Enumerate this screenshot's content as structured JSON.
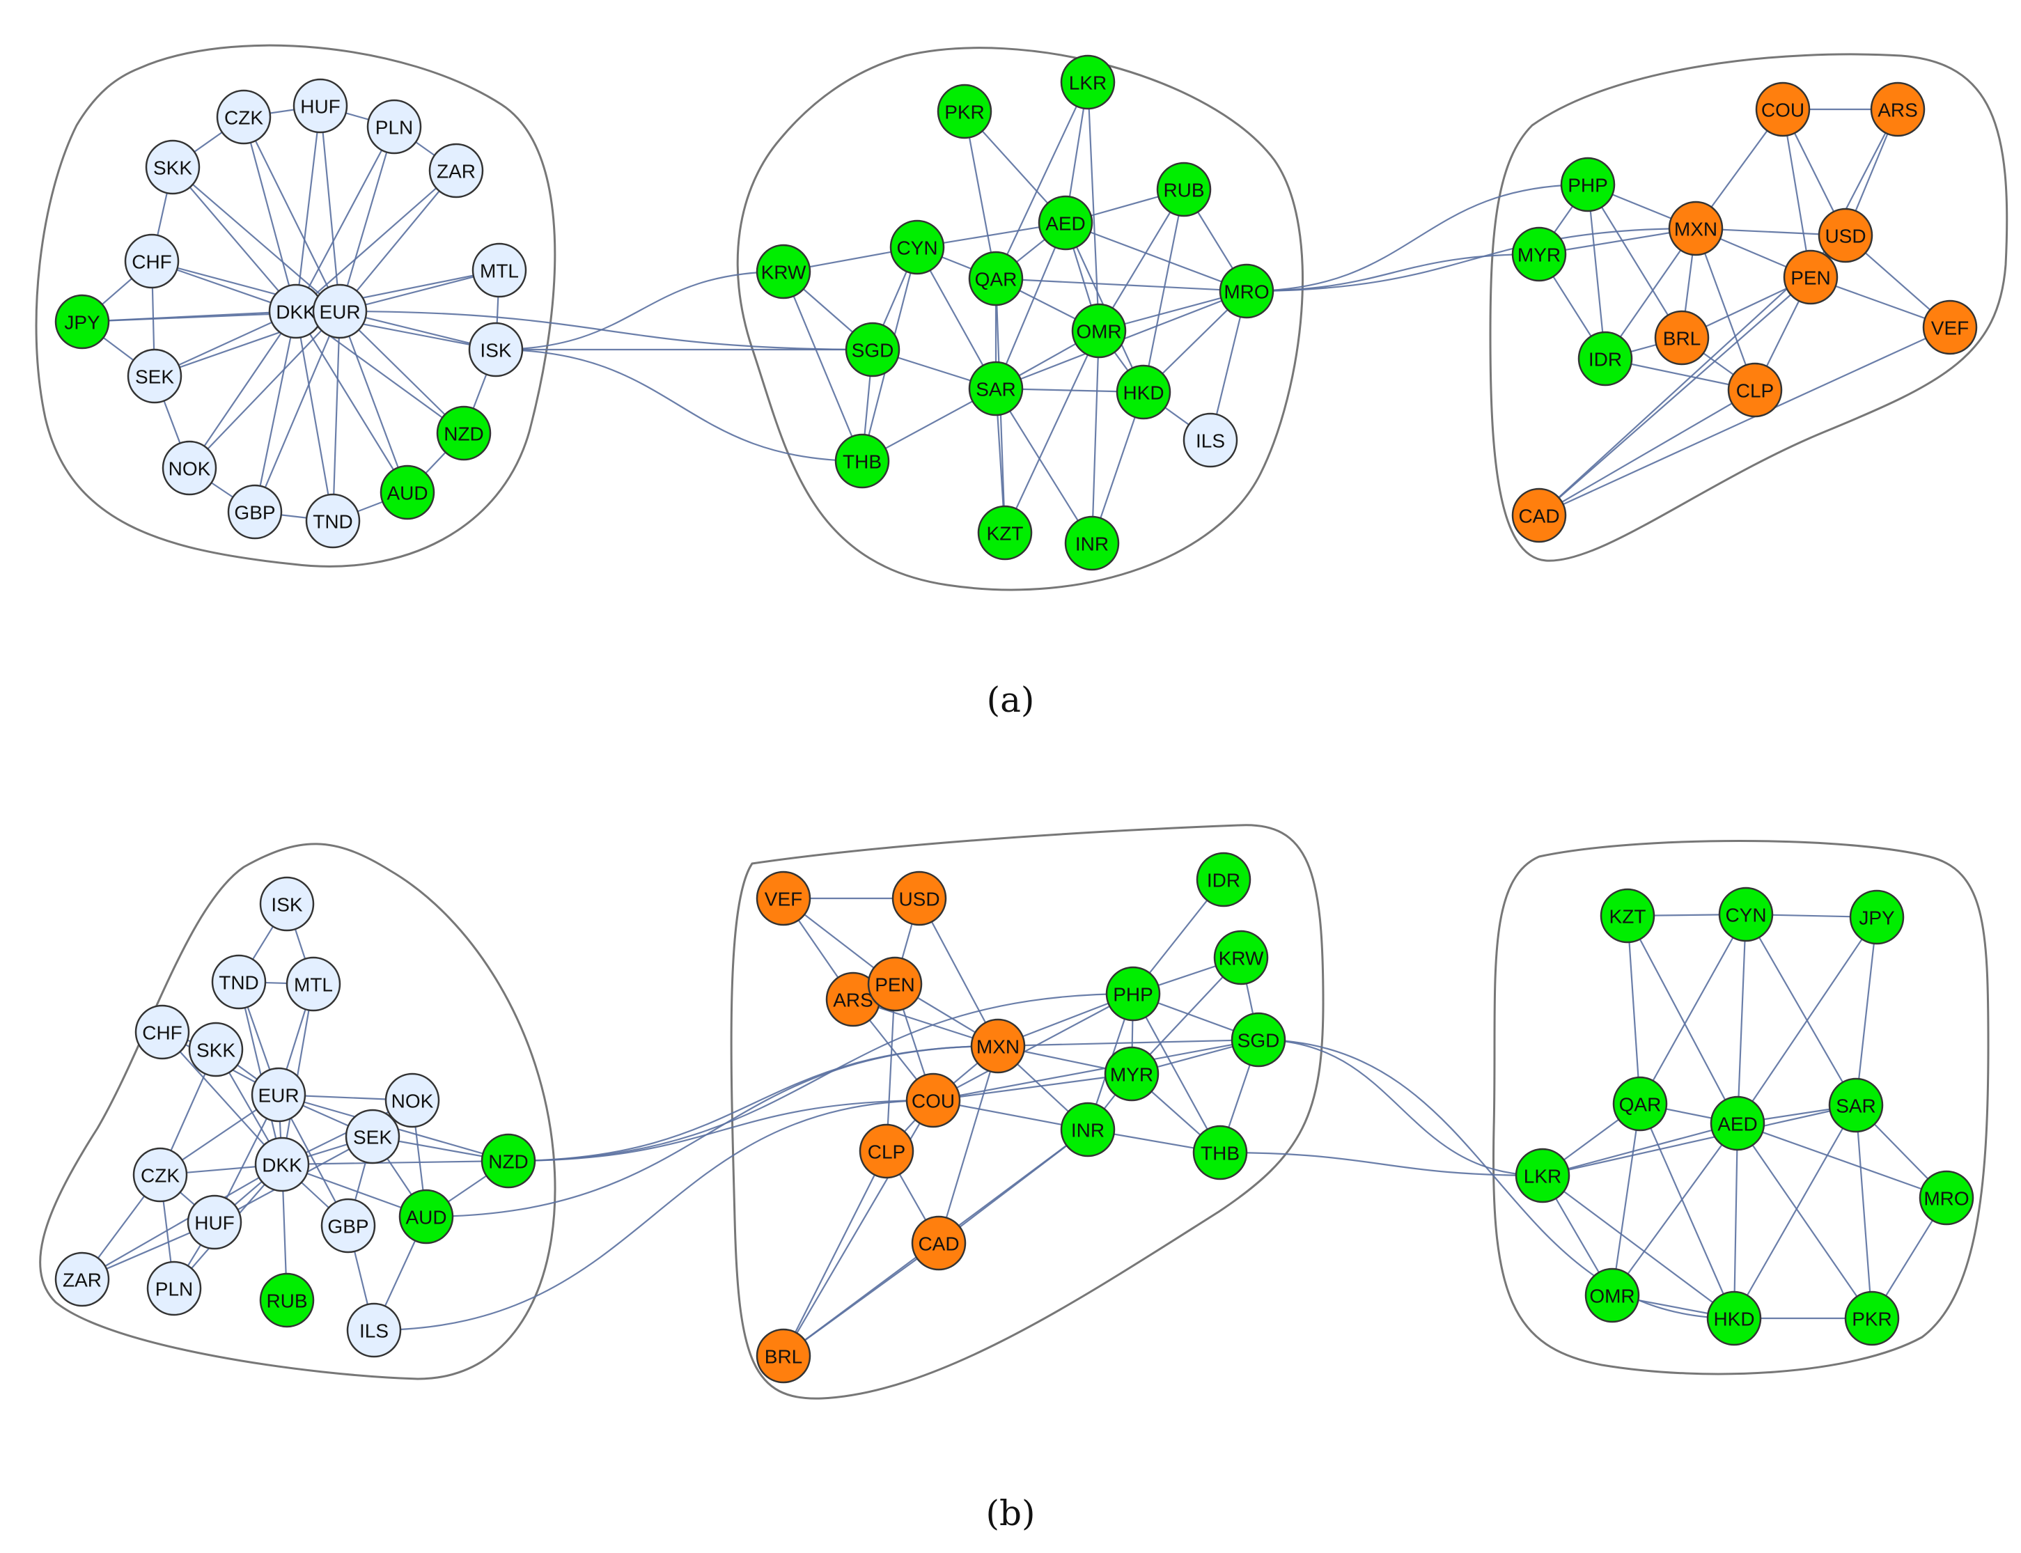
{
  "colors": {
    "light": "#e3efff",
    "green": "#00ee00",
    "orange": "#ff7f0e",
    "edge": "#5a70a0",
    "hull": "#777777"
  },
  "panels": [
    {
      "id": "a",
      "caption": "(a)",
      "nodes": [
        [
          "CZK",
          "light"
        ],
        [
          "HUF",
          "light"
        ],
        [
          "PLN",
          "light"
        ],
        [
          "SKK",
          "light"
        ],
        [
          "ZAR",
          "light"
        ],
        [
          "CHF",
          "light"
        ],
        [
          "MTL",
          "light"
        ],
        [
          "JPY",
          "green"
        ],
        [
          "DKK",
          "light"
        ],
        [
          "EUR",
          "light"
        ],
        [
          "ISK",
          "light"
        ],
        [
          "SEK",
          "light"
        ],
        [
          "NZD",
          "green"
        ],
        [
          "NOK",
          "light"
        ],
        [
          "AUD",
          "green"
        ],
        [
          "GBP",
          "light"
        ],
        [
          "TND",
          "light"
        ],
        [
          "PKR",
          "green"
        ],
        [
          "LKR",
          "green"
        ],
        [
          "RUB",
          "green"
        ],
        [
          "AED",
          "green"
        ],
        [
          "CYN",
          "green"
        ],
        [
          "KRW",
          "green"
        ],
        [
          "QAR",
          "green"
        ],
        [
          "MRO",
          "green"
        ],
        [
          "SGD",
          "green"
        ],
        [
          "OMR",
          "green"
        ],
        [
          "SAR",
          "green"
        ],
        [
          "HKD",
          "green"
        ],
        [
          "ILS",
          "light"
        ],
        [
          "THB",
          "green"
        ],
        [
          "KZT",
          "green"
        ],
        [
          "INR",
          "green"
        ],
        [
          "COU",
          "orange"
        ],
        [
          "ARS",
          "orange"
        ],
        [
          "PHP",
          "green"
        ],
        [
          "MXN",
          "orange"
        ],
        [
          "USD",
          "orange"
        ],
        [
          "MYR",
          "green"
        ],
        [
          "PEN",
          "orange"
        ],
        [
          "VEF",
          "orange"
        ],
        [
          "IDR",
          "green"
        ],
        [
          "BRL",
          "orange"
        ],
        [
          "CLP",
          "orange"
        ],
        [
          "CAD",
          "orange"
        ]
      ],
      "edges": [
        [
          "CZK",
          "HUF"
        ],
        [
          "HUF",
          "PLN"
        ],
        [
          "PLN",
          "ZAR"
        ],
        [
          "SKK",
          "CZK"
        ],
        [
          "SKK",
          "CHF"
        ],
        [
          "CHF",
          "JPY"
        ],
        [
          "JPY",
          "SEK"
        ],
        [
          "CHF",
          "SEK"
        ],
        [
          "SEK",
          "NOK"
        ],
        [
          "NOK",
          "GBP"
        ],
        [
          "GBP",
          "TND"
        ],
        [
          "TND",
          "AUD"
        ],
        [
          "AUD",
          "NZD"
        ],
        [
          "NZD",
          "ISK"
        ],
        [
          "ISK",
          "MTL"
        ],
        [
          "DKK",
          "CZK"
        ],
        [
          "DKK",
          "HUF"
        ],
        [
          "DKK",
          "PLN"
        ],
        [
          "DKK",
          "SKK"
        ],
        [
          "DKK",
          "ZAR"
        ],
        [
          "DKK",
          "CHF"
        ],
        [
          "DKK",
          "MTL"
        ],
        [
          "DKK",
          "JPY"
        ],
        [
          "DKK",
          "ISK"
        ],
        [
          "DKK",
          "SEK"
        ],
        [
          "DKK",
          "NZD"
        ],
        [
          "DKK",
          "NOK"
        ],
        [
          "DKK",
          "AUD"
        ],
        [
          "DKK",
          "GBP"
        ],
        [
          "DKK",
          "TND"
        ],
        [
          "EUR",
          "CZK"
        ],
        [
          "EUR",
          "HUF"
        ],
        [
          "EUR",
          "PLN"
        ],
        [
          "EUR",
          "SKK"
        ],
        [
          "EUR",
          "ZAR"
        ],
        [
          "EUR",
          "CHF"
        ],
        [
          "EUR",
          "MTL"
        ],
        [
          "EUR",
          "JPY"
        ],
        [
          "EUR",
          "ISK"
        ],
        [
          "EUR",
          "SEK"
        ],
        [
          "EUR",
          "NZD"
        ],
        [
          "EUR",
          "NOK"
        ],
        [
          "EUR",
          "AUD"
        ],
        [
          "EUR",
          "GBP"
        ],
        [
          "EUR",
          "TND"
        ],
        [
          "DKK",
          "EUR"
        ],
        [
          "PKR",
          "AED"
        ],
        [
          "PKR",
          "QAR"
        ],
        [
          "LKR",
          "AED"
        ],
        [
          "LKR",
          "QAR"
        ],
        [
          "LKR",
          "OMR"
        ],
        [
          "RUB",
          "AED"
        ],
        [
          "RUB",
          "MRO"
        ],
        [
          "RUB",
          "OMR"
        ],
        [
          "RUB",
          "HKD"
        ],
        [
          "AED",
          "CYN"
        ],
        [
          "AED",
          "QAR"
        ],
        [
          "AED",
          "MRO"
        ],
        [
          "AED",
          "OMR"
        ],
        [
          "AED",
          "SAR"
        ],
        [
          "AED",
          "HKD"
        ],
        [
          "CYN",
          "KRW"
        ],
        [
          "CYN",
          "QAR"
        ],
        [
          "CYN",
          "SGD"
        ],
        [
          "CYN",
          "SAR"
        ],
        [
          "CYN",
          "THB"
        ],
        [
          "KRW",
          "SGD"
        ],
        [
          "KRW",
          "THB"
        ],
        [
          "QAR",
          "SAR"
        ],
        [
          "QAR",
          "OMR"
        ],
        [
          "QAR",
          "MRO"
        ],
        [
          "QAR",
          "KZT"
        ],
        [
          "MRO",
          "OMR"
        ],
        [
          "MRO",
          "SAR"
        ],
        [
          "MRO",
          "HKD"
        ],
        [
          "MRO",
          "ILS"
        ],
        [
          "SGD",
          "SAR"
        ],
        [
          "SGD",
          "THB"
        ],
        [
          "OMR",
          "SAR"
        ],
        [
          "OMR",
          "HKD"
        ],
        [
          "OMR",
          "INR"
        ],
        [
          "OMR",
          "KZT"
        ],
        [
          "SAR",
          "HKD"
        ],
        [
          "SAR",
          "KZT"
        ],
        [
          "SAR",
          "INR"
        ],
        [
          "SAR",
          "THB"
        ],
        [
          "HKD",
          "ILS"
        ],
        [
          "HKD",
          "INR"
        ],
        [
          "COU",
          "ARS"
        ],
        [
          "COU",
          "USD"
        ],
        [
          "COU",
          "PEN"
        ],
        [
          "COU",
          "MXN"
        ],
        [
          "ARS",
          "USD"
        ],
        [
          "ARS",
          "PEN"
        ],
        [
          "PHP",
          "MYR"
        ],
        [
          "PHP",
          "MXN"
        ],
        [
          "PHP",
          "IDR"
        ],
        [
          "PHP",
          "BRL"
        ],
        [
          "MYR",
          "MXN"
        ],
        [
          "MYR",
          "IDR"
        ],
        [
          "MXN",
          "USD"
        ],
        [
          "MXN",
          "PEN"
        ],
        [
          "MXN",
          "BRL"
        ],
        [
          "MXN",
          "CLP"
        ],
        [
          "MXN",
          "IDR"
        ],
        [
          "USD",
          "PEN"
        ],
        [
          "USD",
          "VEF"
        ],
        [
          "PEN",
          "VEF"
        ],
        [
          "PEN",
          "CLP"
        ],
        [
          "PEN",
          "BRL"
        ],
        [
          "PEN",
          "CAD"
        ],
        [
          "IDR",
          "BRL"
        ],
        [
          "IDR",
          "CLP"
        ],
        [
          "BRL",
          "CLP"
        ],
        [
          "CLP",
          "CAD"
        ],
        [
          "CAD",
          "VEF"
        ],
        [
          "CAD",
          "USD"
        ]
      ],
      "bridges": [
        [
          "ISK",
          "SGD"
        ],
        [
          "ISK",
          "KRW"
        ],
        [
          "ISK",
          "THB"
        ],
        [
          "EUR",
          "SGD"
        ],
        [
          "MRO",
          "PHP"
        ],
        [
          "MRO",
          "MYR"
        ],
        [
          "MRO",
          "MXN"
        ]
      ]
    },
    {
      "id": "b",
      "caption": "(b)",
      "nodes": [
        [
          "ISK",
          "light"
        ],
        [
          "TND",
          "light"
        ],
        [
          "MTL",
          "light"
        ],
        [
          "CHF",
          "light"
        ],
        [
          "SKK",
          "light"
        ],
        [
          "EUR",
          "light"
        ],
        [
          "NOK",
          "light"
        ],
        [
          "SEK",
          "light"
        ],
        [
          "CZK",
          "light"
        ],
        [
          "DKK",
          "light"
        ],
        [
          "NZD",
          "green"
        ],
        [
          "HUF",
          "light"
        ],
        [
          "GBP",
          "light"
        ],
        [
          "AUD",
          "green"
        ],
        [
          "ZAR",
          "light"
        ],
        [
          "PLN",
          "light"
        ],
        [
          "RUB",
          "green"
        ],
        [
          "ILS",
          "light"
        ],
        [
          "VEF",
          "orange"
        ],
        [
          "USD",
          "orange"
        ],
        [
          "IDR",
          "green"
        ],
        [
          "ARS",
          "orange"
        ],
        [
          "PEN",
          "orange"
        ],
        [
          "KRW",
          "green"
        ],
        [
          "PHP",
          "green"
        ],
        [
          "MXN",
          "orange"
        ],
        [
          "SGD",
          "green"
        ],
        [
          "MYR",
          "green"
        ],
        [
          "COU",
          "orange"
        ],
        [
          "INR",
          "green"
        ],
        [
          "THB",
          "green"
        ],
        [
          "CLP",
          "orange"
        ],
        [
          "CAD",
          "orange"
        ],
        [
          "BRL",
          "orange"
        ],
        [
          "KZT",
          "green"
        ],
        [
          "CYN",
          "green"
        ],
        [
          "JPY",
          "green"
        ],
        [
          "QAR",
          "green"
        ],
        [
          "AED",
          "green"
        ],
        [
          "SAR",
          "green"
        ],
        [
          "LKR",
          "green"
        ],
        [
          "MRO",
          "green"
        ],
        [
          "OMR",
          "green"
        ],
        [
          "HKD",
          "green"
        ],
        [
          "PKR",
          "green"
        ]
      ],
      "edges": [
        [
          "ISK",
          "TND"
        ],
        [
          "ISK",
          "MTL"
        ],
        [
          "TND",
          "MTL"
        ],
        [
          "TND",
          "EUR"
        ],
        [
          "MTL",
          "EUR"
        ],
        [
          "TND",
          "DKK"
        ],
        [
          "MTL",
          "DKK"
        ],
        [
          "CHF",
          "SKK"
        ],
        [
          "CHF",
          "EUR"
        ],
        [
          "CHF",
          "DKK"
        ],
        [
          "SKK",
          "EUR"
        ],
        [
          "SKK",
          "DKK"
        ],
        [
          "SKK",
          "CZK"
        ],
        [
          "EUR",
          "NOK"
        ],
        [
          "EUR",
          "SEK"
        ],
        [
          "EUR",
          "DKK"
        ],
        [
          "EUR",
          "CZK"
        ],
        [
          "EUR",
          "HUF"
        ],
        [
          "EUR",
          "GBP"
        ],
        [
          "EUR",
          "NZD"
        ],
        [
          "DKK",
          "NOK"
        ],
        [
          "DKK",
          "SEK"
        ],
        [
          "DKK",
          "CZK"
        ],
        [
          "DKK",
          "HUF"
        ],
        [
          "DKK",
          "GBP"
        ],
        [
          "DKK",
          "AUD"
        ],
        [
          "DKK",
          "RUB"
        ],
        [
          "DKK",
          "PLN"
        ],
        [
          "DKK",
          "ZAR"
        ],
        [
          "DKK",
          "NZD"
        ],
        [
          "NOK",
          "SEK"
        ],
        [
          "NOK",
          "AUD"
        ],
        [
          "SEK",
          "NZD"
        ],
        [
          "SEK",
          "AUD"
        ],
        [
          "SEK",
          "GBP"
        ],
        [
          "SEK",
          "HUF"
        ],
        [
          "NZD",
          "AUD"
        ],
        [
          "CZK",
          "HUF"
        ],
        [
          "CZK",
          "ZAR"
        ],
        [
          "CZK",
          "PLN"
        ],
        [
          "HUF",
          "ZAR"
        ],
        [
          "HUF",
          "PLN"
        ],
        [
          "GBP",
          "ILS"
        ],
        [
          "AUD",
          "ILS"
        ],
        [
          "VEF",
          "USD"
        ],
        [
          "VEF",
          "ARS"
        ],
        [
          "VEF",
          "PEN"
        ],
        [
          "USD",
          "PEN"
        ],
        [
          "USD",
          "MXN"
        ],
        [
          "ARS",
          "PEN"
        ],
        [
          "ARS",
          "COU"
        ],
        [
          "ARS",
          "MXN"
        ],
        [
          "PEN",
          "MXN"
        ],
        [
          "PEN",
          "COU"
        ],
        [
          "PEN",
          "CLP"
        ],
        [
          "IDR",
          "PHP"
        ],
        [
          "KRW",
          "PHP"
        ],
        [
          "KRW",
          "SGD"
        ],
        [
          "KRW",
          "MYR"
        ],
        [
          "PHP",
          "MXN"
        ],
        [
          "PHP",
          "SGD"
        ],
        [
          "PHP",
          "MYR"
        ],
        [
          "PHP",
          "THB"
        ],
        [
          "PHP",
          "COU"
        ],
        [
          "PHP",
          "INR"
        ],
        [
          "MXN",
          "COU"
        ],
        [
          "MXN",
          "MYR"
        ],
        [
          "MXN",
          "INR"
        ],
        [
          "MXN",
          "CAD"
        ],
        [
          "MXN",
          "SGD"
        ],
        [
          "SGD",
          "MYR"
        ],
        [
          "SGD",
          "THB"
        ],
        [
          "SGD",
          "COU"
        ],
        [
          "MYR",
          "COU"
        ],
        [
          "MYR",
          "INR"
        ],
        [
          "MYR",
          "THB"
        ],
        [
          "COU",
          "CLP"
        ],
        [
          "COU",
          "INR"
        ],
        [
          "COU",
          "BRL"
        ],
        [
          "INR",
          "THB"
        ],
        [
          "INR",
          "CAD"
        ],
        [
          "INR",
          "BRL"
        ],
        [
          "CLP",
          "CAD"
        ],
        [
          "CLP",
          "BRL"
        ],
        [
          "CAD",
          "BRL"
        ],
        [
          "KZT",
          "CYN"
        ],
        [
          "KZT",
          "QAR"
        ],
        [
          "KZT",
          "AED"
        ],
        [
          "CYN",
          "JPY"
        ],
        [
          "CYN",
          "QAR"
        ],
        [
          "CYN",
          "AED"
        ],
        [
          "CYN",
          "SAR"
        ],
        [
          "JPY",
          "SAR"
        ],
        [
          "JPY",
          "AED"
        ],
        [
          "QAR",
          "AED"
        ],
        [
          "QAR",
          "LKR"
        ],
        [
          "QAR",
          "OMR"
        ],
        [
          "QAR",
          "HKD"
        ],
        [
          "AED",
          "SAR"
        ],
        [
          "AED",
          "LKR"
        ],
        [
          "AED",
          "OMR"
        ],
        [
          "AED",
          "HKD"
        ],
        [
          "AED",
          "PKR"
        ],
        [
          "AED",
          "MRO"
        ],
        [
          "SAR",
          "MRO"
        ],
        [
          "SAR",
          "HKD"
        ],
        [
          "SAR",
          "PKR"
        ],
        [
          "SAR",
          "LKR"
        ],
        [
          "LKR",
          "OMR"
        ],
        [
          "LKR",
          "HKD"
        ],
        [
          "OMR",
          "HKD"
        ],
        [
          "HKD",
          "PKR"
        ],
        [
          "MRO",
          "PKR"
        ]
      ],
      "bridges": [
        [
          "NZD",
          "COU"
        ],
        [
          "NZD",
          "MXN"
        ],
        [
          "NZD",
          "PHP"
        ],
        [
          "AUD",
          "MXN"
        ],
        [
          "ILS",
          "COU"
        ],
        [
          "SGD",
          "LKR"
        ],
        [
          "THB",
          "LKR"
        ],
        [
          "SGD",
          "HKD"
        ]
      ]
    }
  ]
}
